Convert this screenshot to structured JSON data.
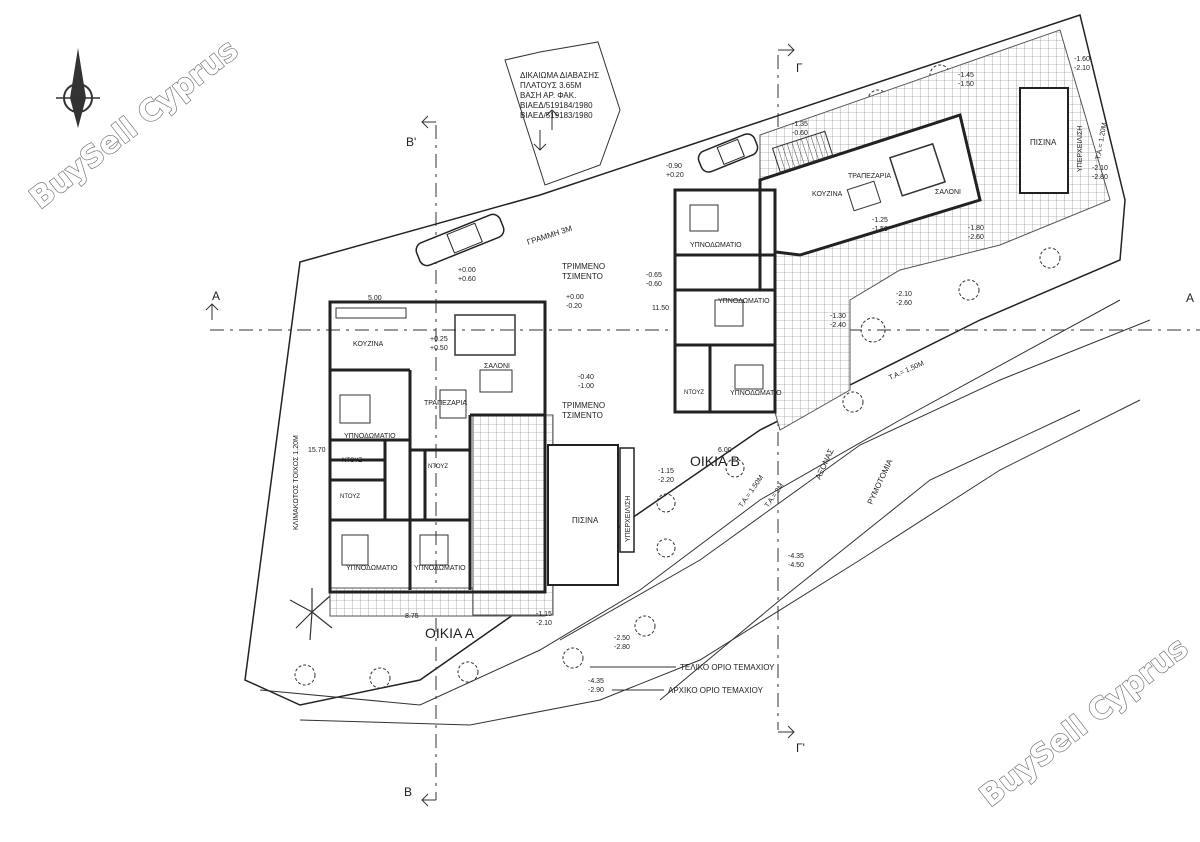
{
  "watermark": {
    "text": "BuySell Cyprus"
  },
  "access_note": {
    "lines": [
      "ΔΙΚΑΙΩΜΑ ΔΙΑΒΑΣΗΣ",
      "ΠΛΑΤΟΥΣ 3.65Μ",
      "ΒΑΣΗ ΑΡ. ΦΑΚ.",
      "ΒΙΑΕΔ/519184/1980",
      "ΒΙΑΕΔ/519183/1980"
    ]
  },
  "section_marks": {
    "a_left": "A",
    "a_right": "A",
    "b_top": "B'",
    "b_bottom": "B",
    "g_top": "Γ",
    "g_bottom": "Γ'"
  },
  "house_a": {
    "title": "ΟΙΚΙΑ Α",
    "rooms": {
      "kitchen": "ΚΟΥΖΙΝΑ",
      "living": "ΣΑΛΟΝΙ",
      "dining": "ΤΡΑΠΕΖΑΡΙΑ",
      "bed1": "ΥΠΝΟΔΩΜΑΤΙΟ",
      "bed2": "ΥΠΝΟΔΩΜΑΤΙΟ",
      "bed3": "ΥΠΝΟΔΩΜΑΤΙΟ",
      "wc1": "ΝΤΟΥΖ",
      "wc2": "ΝΤΟΥΖ",
      "wc3": "ΝΤΟΥΖ"
    },
    "pool": "ΠΙΣΙΝΑ",
    "overflow": "ΥΠΕΡΧΕΙΛΙΣΗ",
    "dims": {
      "bottom": "8.75",
      "left": "15.70",
      "top": "5.00"
    }
  },
  "house_b": {
    "title": "ΟΙΚΙΑ Β",
    "rooms": {
      "kitchen": "ΚΟΥΖΙΝΑ",
      "dining": "ΤΡΑΠΕΖΑΡΙΑ",
      "living": "ΣΑΛΟΝΙ",
      "bed1": "ΥΠΝΟΔΩΜΑΤΙΟ",
      "bed2": "ΥΠΝΟΔΩΜΑΤΙΟ",
      "bed3": "ΥΠΝΟΔΩΜΑΤΙΟ",
      "wc": "ΝΤΟΥΖ"
    },
    "pool": "ΠΙΣΙΝΑ",
    "overflow": "ΥΠΕΡΧΕΙΛΙΣΗ",
    "dims": {
      "bottom": "6.00",
      "left": "11.50"
    }
  },
  "site_labels": {
    "concrete1": [
      "ΤΡΙΜΜΕΝΟ",
      "ΤΣΙΜΕΝΤΟ"
    ],
    "concrete2": [
      "ΤΡΙΜΜΕΝΟ",
      "ΤΣΙΜΕΝΤΟ"
    ],
    "line3m": "ΓΡΑΜΜΗ 3Μ",
    "retaining_wall": "ΚΛΙΜΑΚΩΤΟΣ ΤΟΙΧΟΣ 1.20Μ",
    "road": "ΑΞΟΝΑΣ",
    "ravine": "ΡΥΜΟΤΟΜΙΑ",
    "final_boundary": "ΤΕΛΙΚΟ ΟΡΙΟ ΤΕΜΑΧΙΟΥ",
    "initial_boundary": "ΑΡΧΙΚΟ ΟΡΙΟ ΤΕΜΑΧΙΟΥ",
    "ta_1": "Τ.Α.= 1.50Μ",
    "ta_2": "Τ.Α.= 2Μ",
    "ta_3": "Τ.Α.= 1.50Μ",
    "ta_4": "Τ.Α.= 1.20Μ"
  },
  "levels": {
    "l1": [
      "+0.00",
      "+0.60"
    ],
    "l2": [
      "+0.00",
      "-0.20"
    ],
    "l3": [
      "+0.25",
      "+0.50"
    ],
    "l4": [
      "-0.40",
      "-1.00"
    ],
    "l5": [
      "-1.15",
      "-2.10"
    ],
    "l6": [
      "-2.50",
      "-2.80"
    ],
    "l7": [
      "-4.35",
      "-2.90"
    ],
    "l8": [
      "-0.90",
      "+0.20"
    ],
    "l9": [
      "-1.35",
      "-0.60"
    ],
    "l10": [
      "-1.45",
      "-1.50"
    ],
    "l11": [
      "-1.60",
      "-2.10"
    ],
    "l12": [
      "-2.10",
      "-2.80"
    ],
    "l13": [
      "-1.25",
      "-1.50"
    ],
    "l14": [
      "-1.80",
      "-2.60"
    ],
    "l15": [
      "-0.65",
      "-0.60"
    ],
    "l16": [
      "-1.30",
      "-2.40"
    ],
    "l17": [
      "-2.10",
      "-2.60"
    ],
    "l18": [
      "-1.15",
      "-2.20"
    ],
    "l19": [
      "-4.35",
      "-4.50"
    ]
  }
}
